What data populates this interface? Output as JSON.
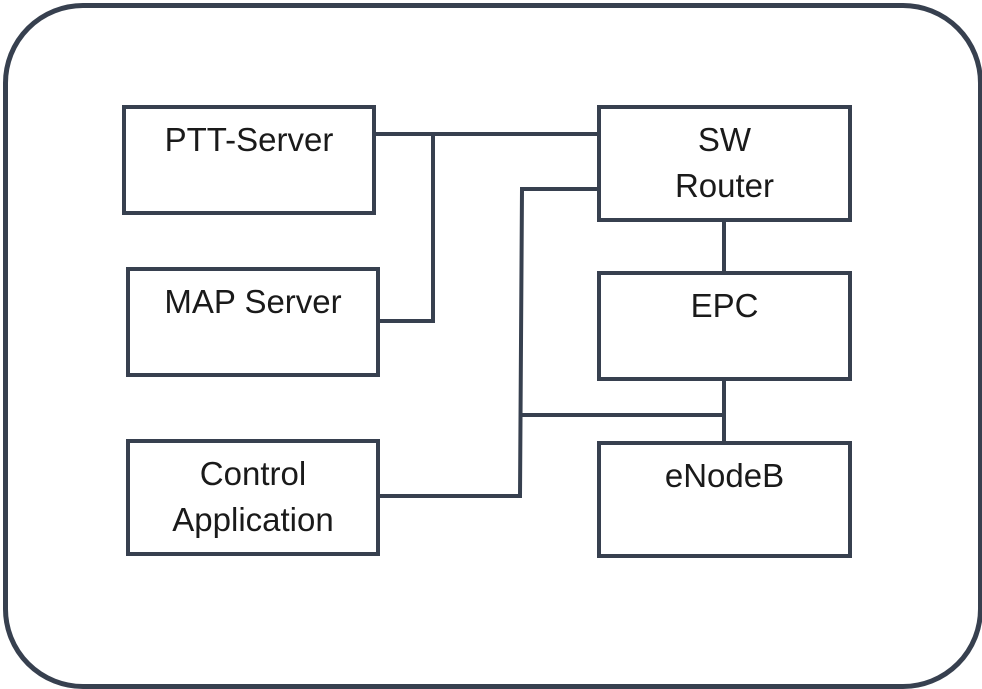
{
  "nodes": {
    "ptt_server": "PTT-Server",
    "map_server": "MAP Server",
    "control_line1": "Control",
    "control_line2": "Application",
    "sw_line1": "SW",
    "sw_line2": "Router",
    "epc": "EPC",
    "enodeb": "eNodeB"
  },
  "edges": [
    {
      "from": "PTT-Server",
      "to": "SW Router"
    },
    {
      "from": "MAP Server",
      "to": "SW Router"
    },
    {
      "from": "Control Application",
      "to": "SW Router"
    },
    {
      "from": "Control Application",
      "to": "eNodeB"
    },
    {
      "from": "SW Router",
      "to": "EPC"
    },
    {
      "from": "EPC",
      "to": "eNodeB"
    }
  ],
  "colors": {
    "stroke": "#37404f",
    "text": "#1a1a1a"
  }
}
